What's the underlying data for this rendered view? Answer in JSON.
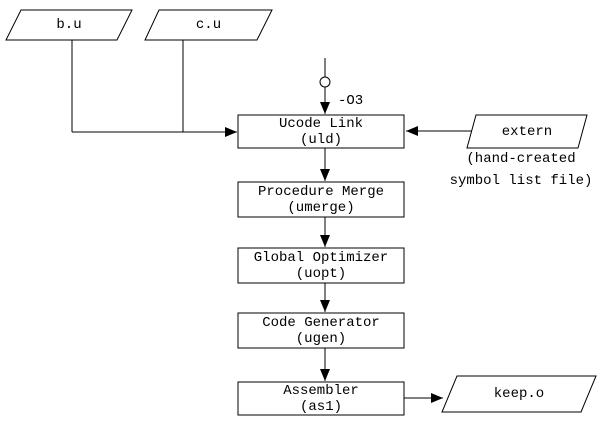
{
  "diagram": {
    "background": "#ffffff",
    "line_color": "#000000",
    "inputs": [
      {
        "id": "bu",
        "label": "b.u"
      },
      {
        "id": "cu",
        "label": "c.u"
      }
    ],
    "option": {
      "label": "-O3"
    },
    "stages": [
      {
        "id": "uld",
        "title": "Ucode Link",
        "subtitle": "(uld)"
      },
      {
        "id": "umerge",
        "title": "Procedure Merge",
        "subtitle": "(umerge)"
      },
      {
        "id": "uopt",
        "title": "Global Optimizer",
        "subtitle": "(uopt)"
      },
      {
        "id": "ugen",
        "title": "Code Generator",
        "subtitle": "(ugen)"
      },
      {
        "id": "as1",
        "title": "Assembler",
        "subtitle": "(as1)"
      }
    ],
    "extern_input": {
      "label": "extern",
      "caption_line1": "(hand-created",
      "caption_line2": "symbol list file)"
    },
    "output": {
      "label": "keep.o"
    }
  }
}
